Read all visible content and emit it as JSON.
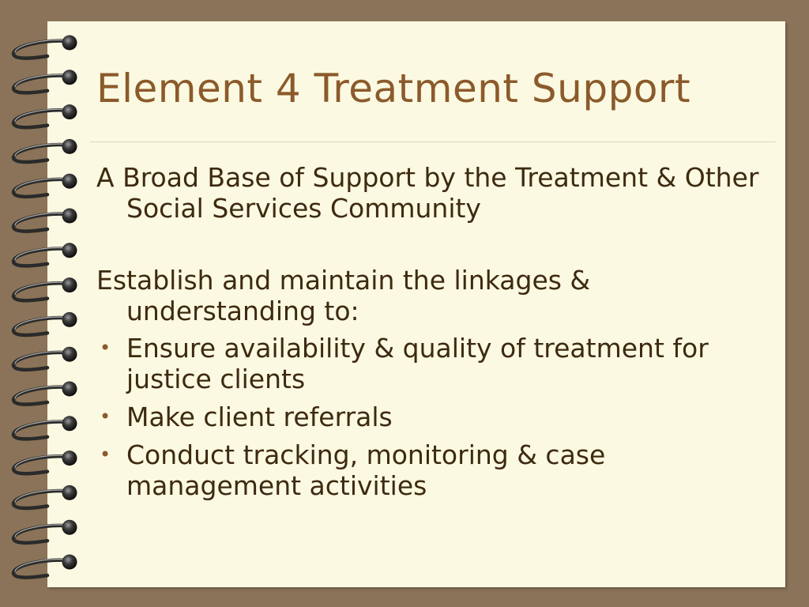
{
  "slide": {
    "title": "Element 4 Treatment Support",
    "paragraphs": [
      "A Broad Base of Support by the Treatment & Other Social Services Community",
      "Establish and maintain the linkages & understanding to:"
    ],
    "bullets": [
      "Ensure availability & quality of treatment for justice clients",
      "Make client referrals",
      "Conduct tracking, monitoring & case management activities"
    ],
    "bullet_glyph": "•"
  },
  "colors": {
    "background": "#8a7358",
    "page": "#fbf9e1",
    "title": "#8b5a2b",
    "text": "#3d2a10"
  },
  "icons": [
    "spiral-binding-icon"
  ]
}
